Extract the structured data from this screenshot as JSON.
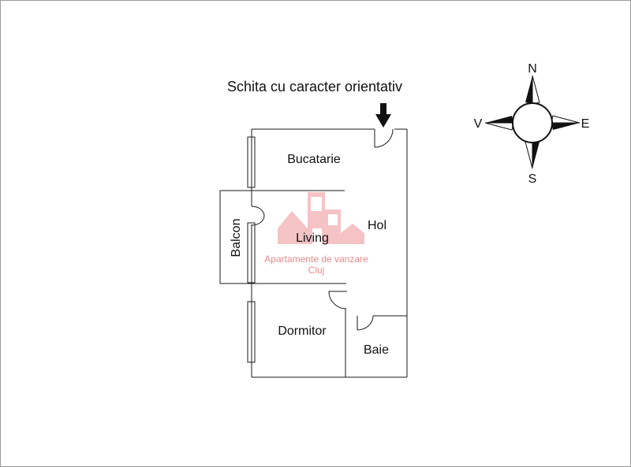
{
  "header": {
    "note": "Schita cu caracter orientativ"
  },
  "rooms": {
    "bucatarie": "Bucatarie",
    "hol": "Hol",
    "living": "Living",
    "balcon": "Balcon",
    "dormitor": "Dormitor",
    "baie": "Baie"
  },
  "compass": {
    "north": "N",
    "south": "S",
    "east": "E",
    "west": "V"
  },
  "watermark": {
    "line1": "Apartamente de vanzare",
    "line2": "Cluj"
  },
  "colors": {
    "line": "#1a1a1a",
    "watermark": "#e8898c",
    "frame": "#9a9a9a"
  }
}
